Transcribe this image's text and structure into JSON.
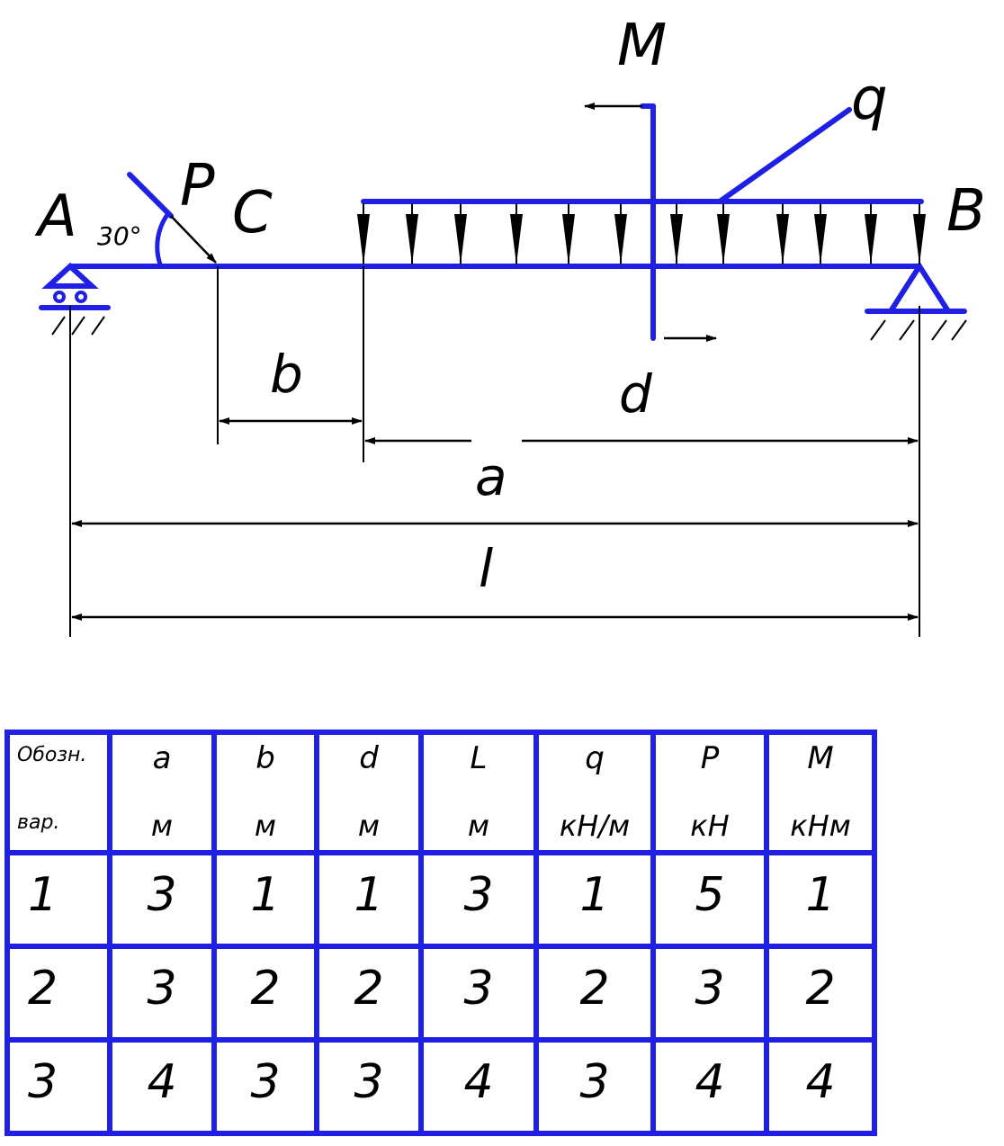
{
  "diagram": {
    "labels": {
      "A": "A",
      "B": "B",
      "C": "C",
      "P": "P",
      "M": "M",
      "q": "q",
      "b": "b",
      "d": "d",
      "a": "a",
      "l": "l",
      "angle": "30°"
    }
  },
  "table": {
    "corner_top": "Обозн.",
    "corner_bottom": "вар.",
    "columns": [
      {
        "symbol": "a",
        "unit": "м"
      },
      {
        "symbol": "b",
        "unit": "м"
      },
      {
        "symbol": "d",
        "unit": "м"
      },
      {
        "symbol": "L",
        "unit": "м"
      },
      {
        "symbol": "q",
        "unit": "кН/м"
      },
      {
        "symbol": "P",
        "unit": "кН"
      },
      {
        "symbol": "M",
        "unit": "кНм"
      }
    ],
    "rows": [
      {
        "variant": "1",
        "values": [
          "3",
          "1",
          "1",
          "3",
          "1",
          "5",
          "1"
        ]
      },
      {
        "variant": "2",
        "values": [
          "3",
          "2",
          "2",
          "3",
          "2",
          "3",
          "2"
        ]
      },
      {
        "variant": "3",
        "values": [
          "4",
          "3",
          "3",
          "4",
          "3",
          "4",
          "4"
        ]
      }
    ]
  },
  "colors": {
    "line": "#1f1fe6",
    "text": "#000000"
  }
}
